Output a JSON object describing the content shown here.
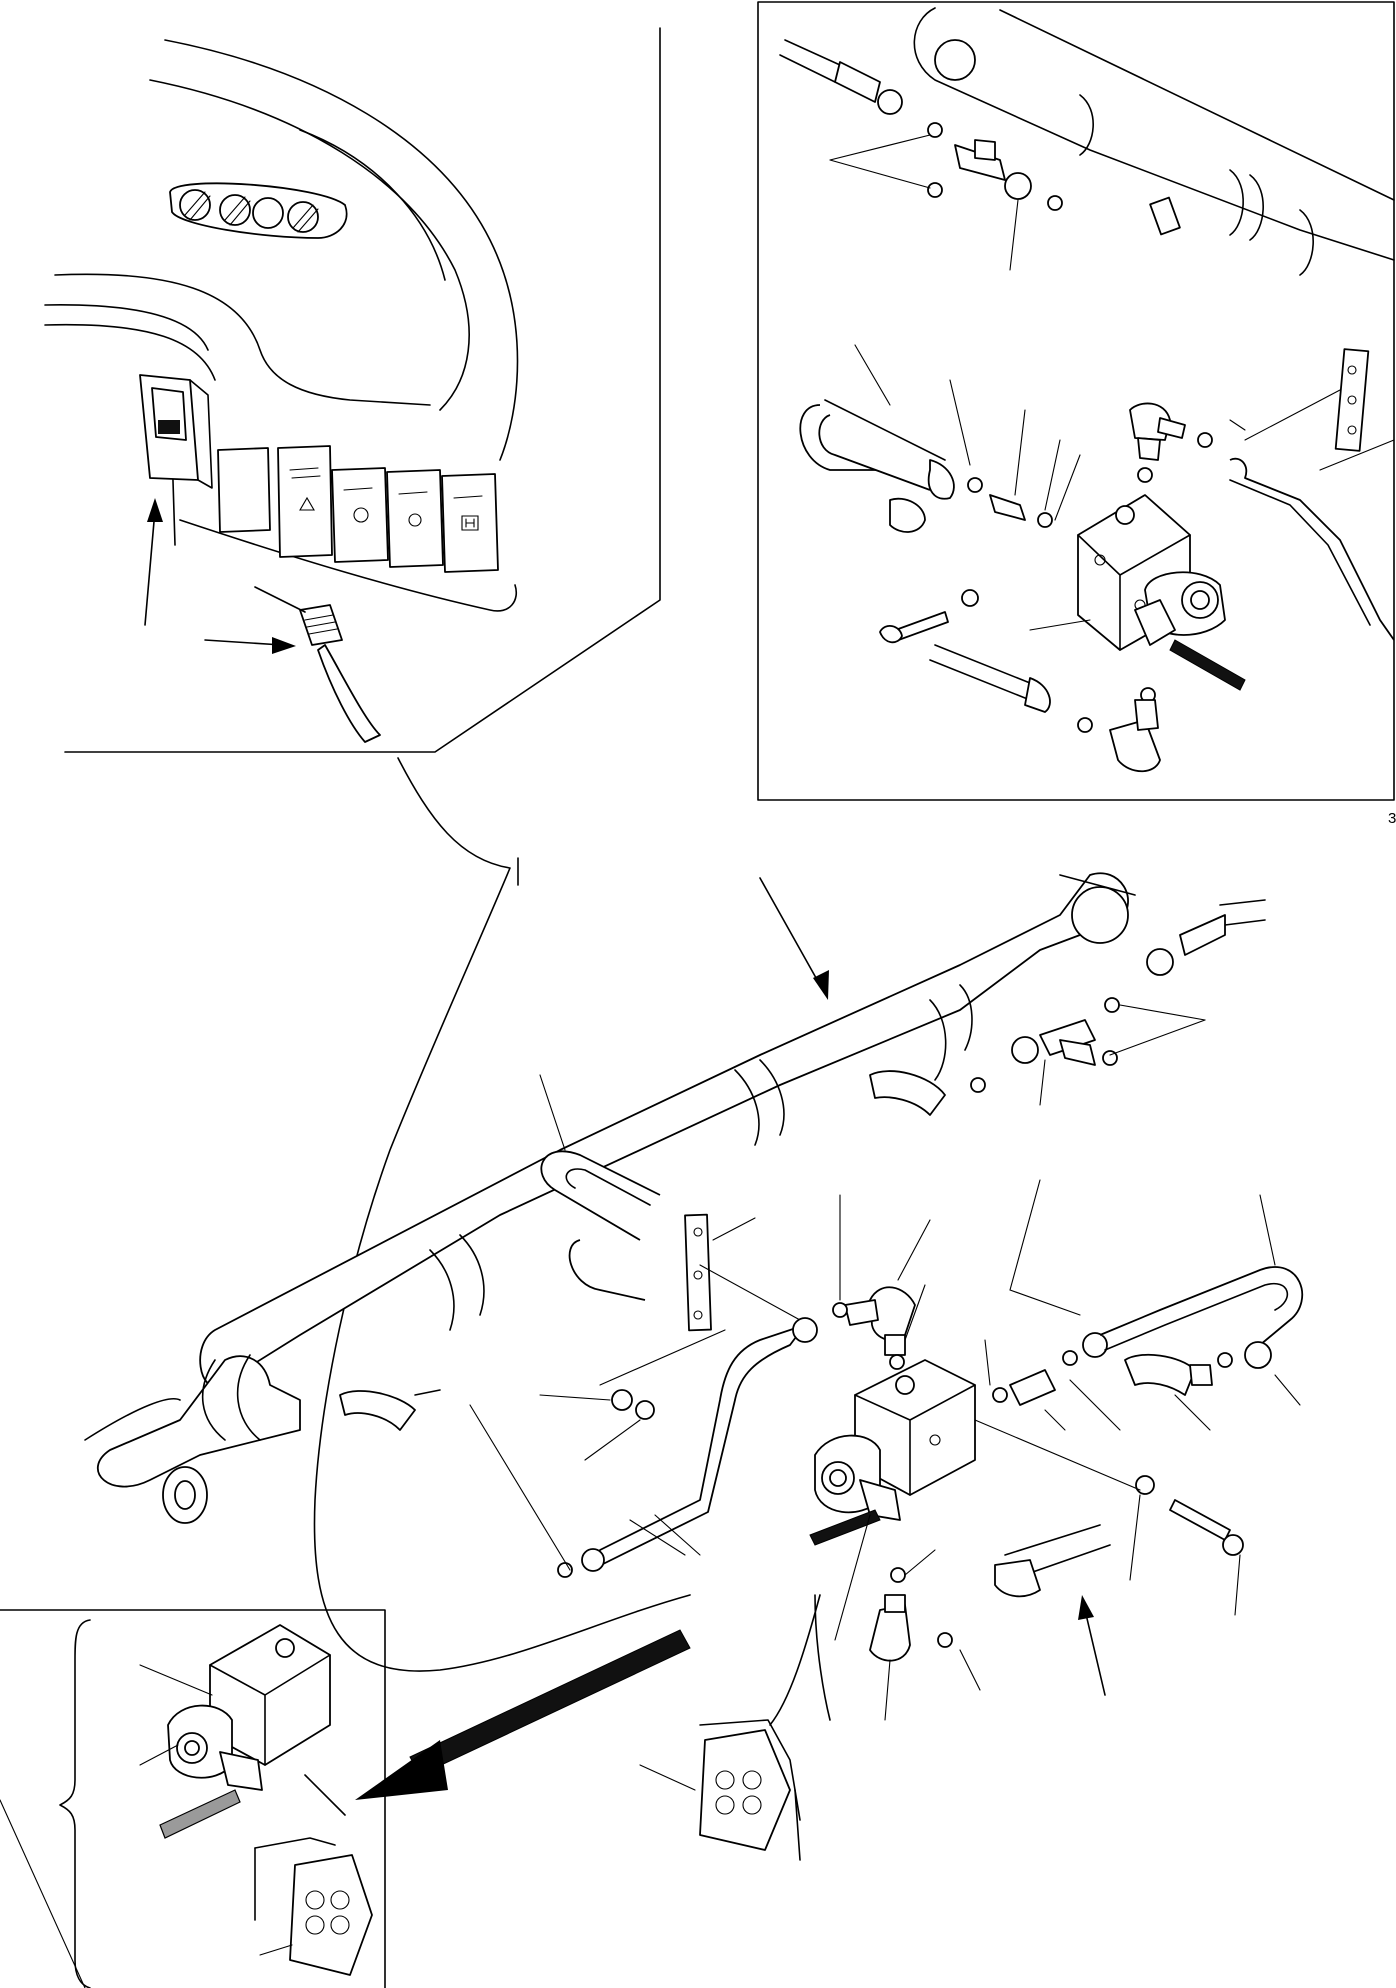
{
  "figure": {
    "page_number": "3",
    "title": "",
    "callout_labels": []
  },
  "panels": [
    {
      "id": "cab-switch-panel",
      "description_shown": false
    },
    {
      "id": "detail-inset",
      "description_shown": false
    },
    {
      "id": "valve-group-detail",
      "description_shown": false
    }
  ]
}
